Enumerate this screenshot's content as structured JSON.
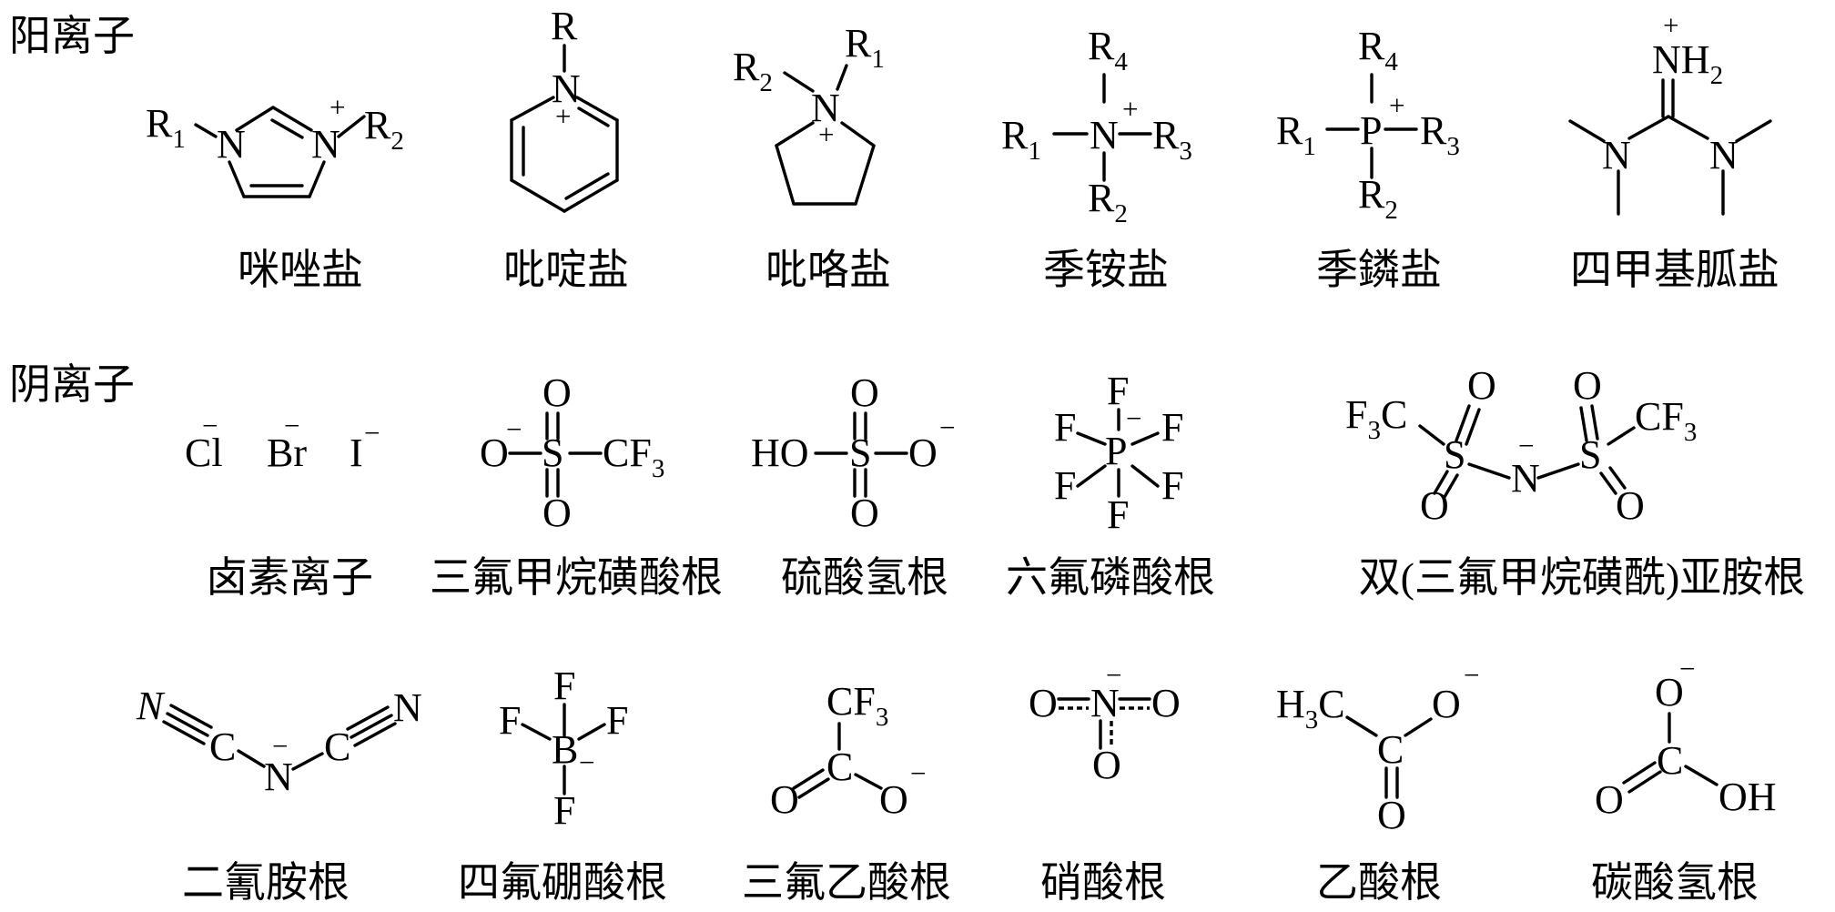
{
  "sections": {
    "cation": "阳离子",
    "anion": "阴离子"
  },
  "captions": {
    "imidazolium": "咪唑盐",
    "pyridinium": "吡啶盐",
    "pyrrolidinium": "吡咯盐",
    "ammonium": "季铵盐",
    "phosphonium": "季鏻盐",
    "guanidinium": "四甲基胍盐",
    "halide": "卤素离子",
    "triflate": "三氟甲烷磺酸根",
    "hydrogensulfate": "硫酸氢根",
    "hexafluorophosphate": "六氟磷酸根",
    "bistriflimide": "双(三氟甲烷磺酰)亚胺根",
    "dicyanamide": "二氰胺根",
    "tetrafluoroborate": "四氟硼酸根",
    "trifluoroacetate": "三氟乙酸根",
    "nitrate": "硝酸根",
    "acetate": "乙酸根",
    "bicarbonate": "碳酸氢根"
  },
  "atoms": {
    "R": "R",
    "N": "N",
    "P": "P",
    "S": "S",
    "O": "O",
    "F": "F",
    "B": "B",
    "C": "C",
    "H": "H",
    "Cl": "Cl",
    "Br": "Br",
    "I": "I",
    "HO": "HO",
    "OH": "OH",
    "CF": "CF",
    "FC": "F",
    "HC": "H",
    "NH": "NH",
    "plus": "+",
    "minus": "−",
    "sub1": "1",
    "sub2": "2",
    "sub3": "3",
    "sub4": "4"
  }
}
